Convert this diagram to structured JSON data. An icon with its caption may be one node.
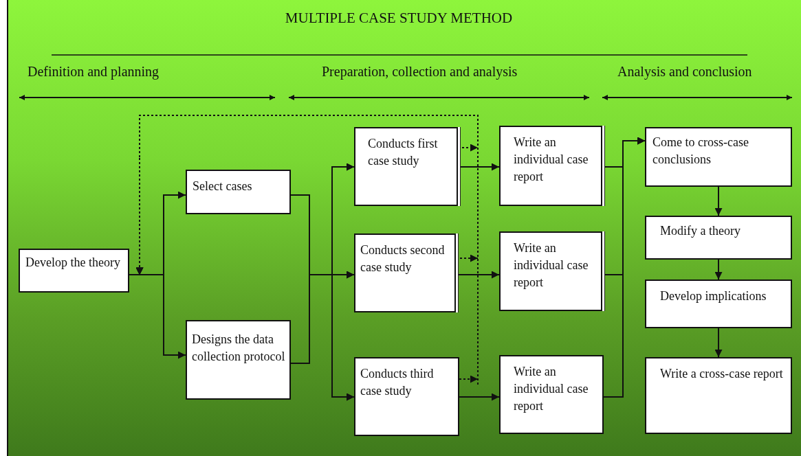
{
  "diagram": {
    "title": "MULTIPLE CASE STUDY METHOD",
    "nodes": [
      {
        "text": [
          "Develop the theory"
        ]
      },
      {
        "text": [
          "Select cases"
        ]
      },
      {
        "text": [
          "Designs the data collection protocol"
        ]
      },
      {
        "text": [
          "Conducts first case study"
        ]
      },
      {
        "text": [
          "Conducts second case study"
        ]
      },
      {
        "text": [
          "Conducts third case study"
        ]
      },
      {
        "text": [
          "Write an individual case report"
        ]
      },
      {
        "text": [
          "Write an individual case report"
        ]
      },
      {
        "text": [
          "Write an individual case report"
        ]
      },
      {
        "text": [
          "Come to cross-case conclusions"
        ]
      },
      {
        "text": [
          "Modify a theory"
        ]
      },
      {
        "text": [
          "Develop implications"
        ]
      },
      {
        "text": [
          "Write a cross-case report"
        ]
      }
    ],
    "edges": [
      {
        "from": 0,
        "to": 1,
        "arrow": "to"
      },
      {
        "from": 0,
        "to": 2,
        "arrow": "to"
      },
      {
        "from": 1,
        "to": 3,
        "arrow": "to"
      },
      {
        "from": 1,
        "to": 4,
        "arrow": "to"
      },
      {
        "from": 1,
        "to": 5,
        "arrow": "to"
      },
      {
        "from": 2,
        "to": 3,
        "arrow": "to"
      },
      {
        "from": 2,
        "to": 4,
        "arrow": "to"
      },
      {
        "from": 2,
        "to": 5,
        "arrow": "to"
      },
      {
        "from": 3,
        "to": 6,
        "arrow": "to"
      },
      {
        "from": 4,
        "to": 7,
        "arrow": "to"
      },
      {
        "from": 5,
        "to": 8,
        "arrow": "to"
      },
      {
        "from": 6,
        "to": 9,
        "arrow": "to"
      },
      {
        "from": 7,
        "to": 9,
        "arrow": "to"
      },
      {
        "from": 8,
        "to": 9,
        "arrow": "to"
      },
      {
        "from": 9,
        "to": 10,
        "arrow": "to"
      },
      {
        "from": 10,
        "to": 11,
        "arrow": "to"
      },
      {
        "from": 11,
        "to": 12,
        "arrow": "to"
      },
      {
        "from": 3,
        "to": 0,
        "arrow": "to",
        "style": "dashed"
      },
      {
        "from": 4,
        "to": 0,
        "arrow": "to",
        "style": "dashed"
      },
      {
        "from": 5,
        "to": 0,
        "arrow": "to",
        "style": "dashed"
      }
    ],
    "labels": [
      "Definition and planning",
      "Preparation, collection and analysis",
      "Analysis and conclusion"
    ]
  }
}
